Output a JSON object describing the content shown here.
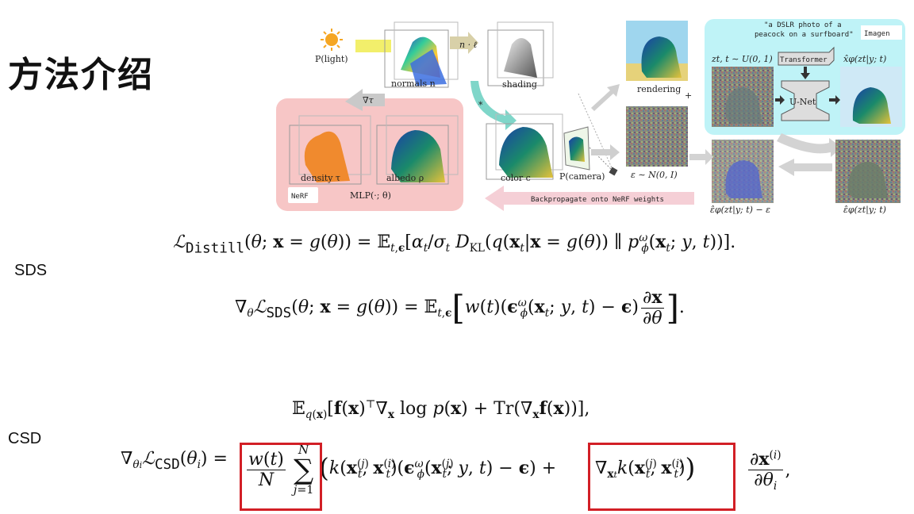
{
  "slide": {
    "title": "方法介绍",
    "sds_label": "SDS",
    "csd_label": "CSD"
  },
  "figure": {
    "light_label": "P(light)",
    "grad_label": "∇τ",
    "normals_label": "normals n",
    "shading_label": "shading",
    "dot_label": "n · ℓ",
    "mult_label": "*",
    "density_label": "density τ",
    "albedo_label": "albedo ρ",
    "nerf_label": "NeRF",
    "mlp_label": "MLP(·; θ)",
    "color_label": "color c",
    "camera_label": "P(camera)",
    "rendering_label": "rendering",
    "plus_label": "+",
    "noise_label": "ε ∼ N(0, I)",
    "zt_label": "zt, t ∼ U(0, 1)",
    "prompt_text": "\"a DSLR photo of a peacock on a surfboard\"",
    "imagen_label": "Imagen",
    "transformer_label": "Transformer",
    "unet_label": "U-Net",
    "xhat_label": "x̂φ(zt|y; t)",
    "eps_diff_label": "ε̂φ(zt|y; t) − ε",
    "eps_hat_label": "ε̂φ(zt|y; t)",
    "backprop_label": "Backpropagate onto NeRF weights"
  },
  "colors": {
    "nerf_bg": "#f7c6c6",
    "imagen_bg": "#bff3f7",
    "red_box": "#d21f26",
    "light_bar": "#f2ef6b"
  }
}
